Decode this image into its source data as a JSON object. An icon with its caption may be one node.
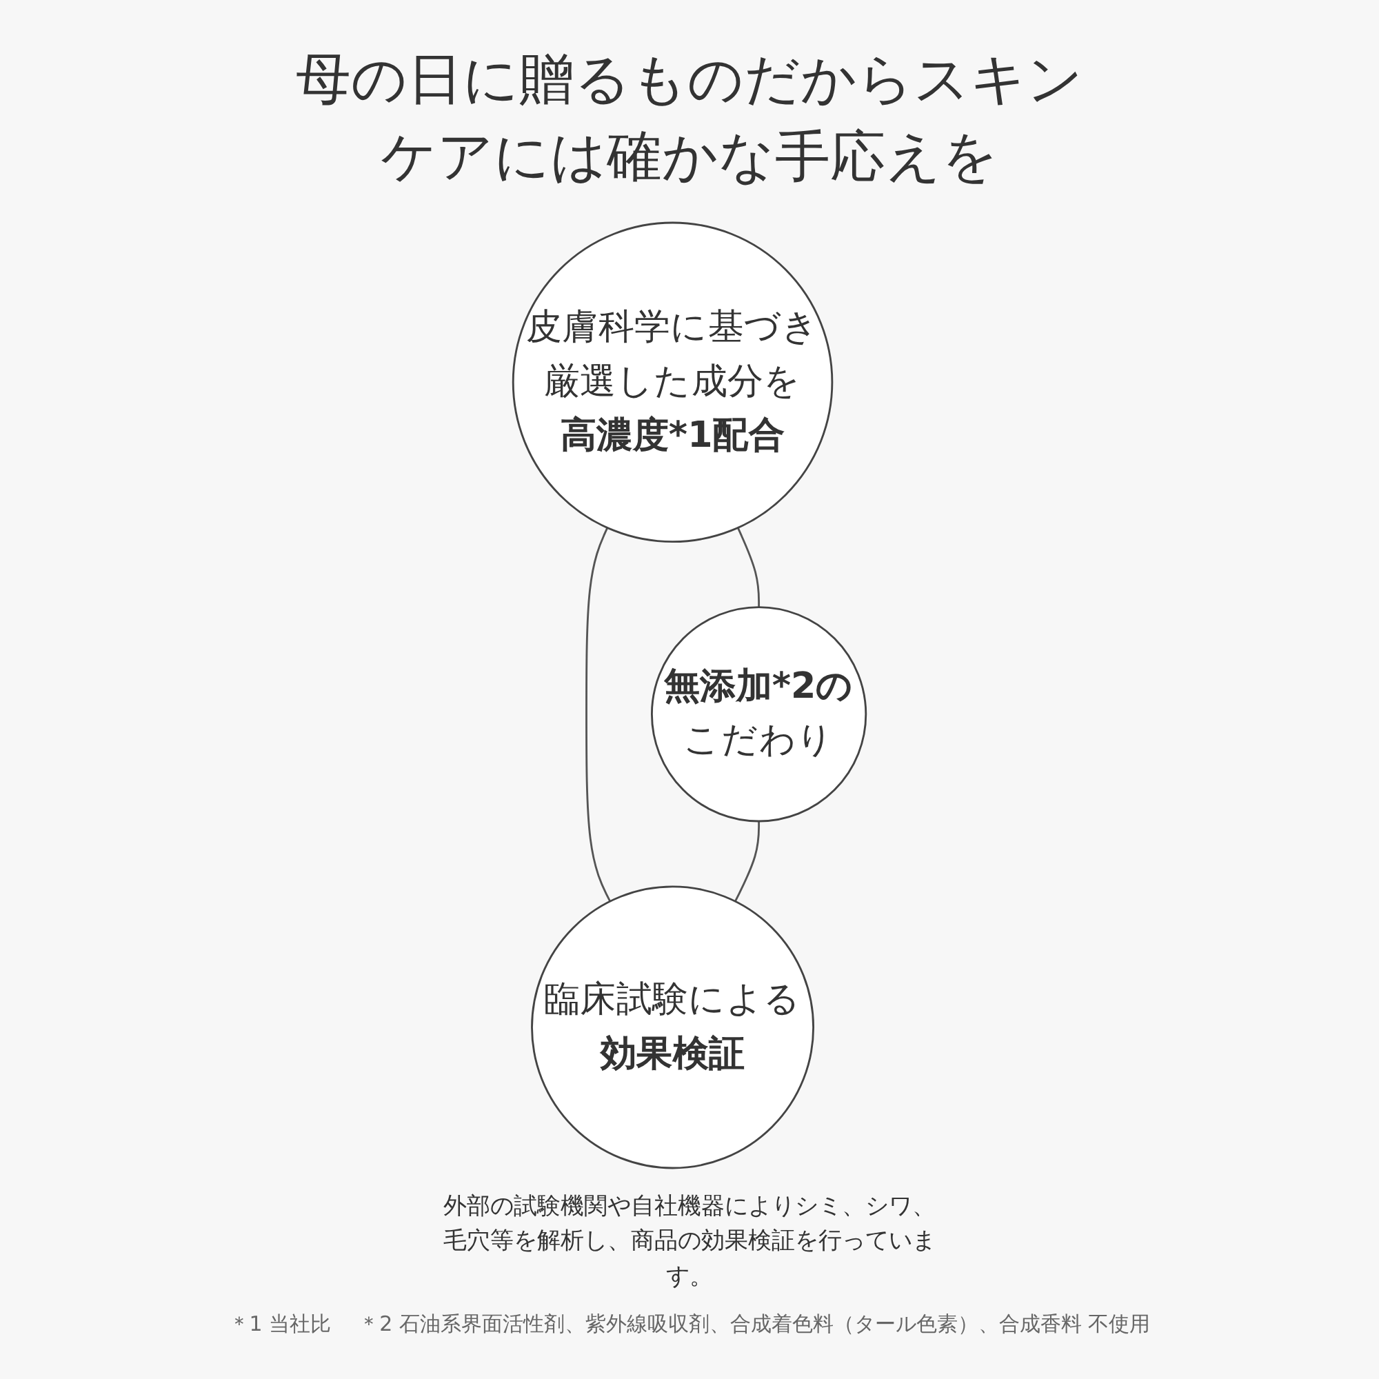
{
  "diagram": {
    "title": "母の日に贈るものだからスキンケアには確かな手応えを",
    "nodes": [
      {
        "text": [
          "皮膚科学に基づき厳選した成分を",
          "高濃度*1配合"
        ]
      },
      {
        "text": [
          "無添加*2の",
          "こだわり"
        ]
      },
      {
        "text": [
          "臨床試験による",
          "効果検証"
        ],
        "beside": [
          "外部の試験機関や自社機器によりシミ、シワ、毛穴等を解析し、商品の効果検証を行っています。"
        ]
      }
    ],
    "edges": [
      {
        "from": 0,
        "to": 1,
        "arrow": "none"
      },
      {
        "from": 0,
        "to": 2,
        "arrow": "none"
      },
      {
        "from": 1,
        "to": 2,
        "arrow": "none"
      }
    ],
    "labels": [
      "＊1 当社比",
      "＊2 石油系界面活性剤、紫外線吸収剤、合成着色料（タール色素）、合成香料 不使用"
    ]
  }
}
